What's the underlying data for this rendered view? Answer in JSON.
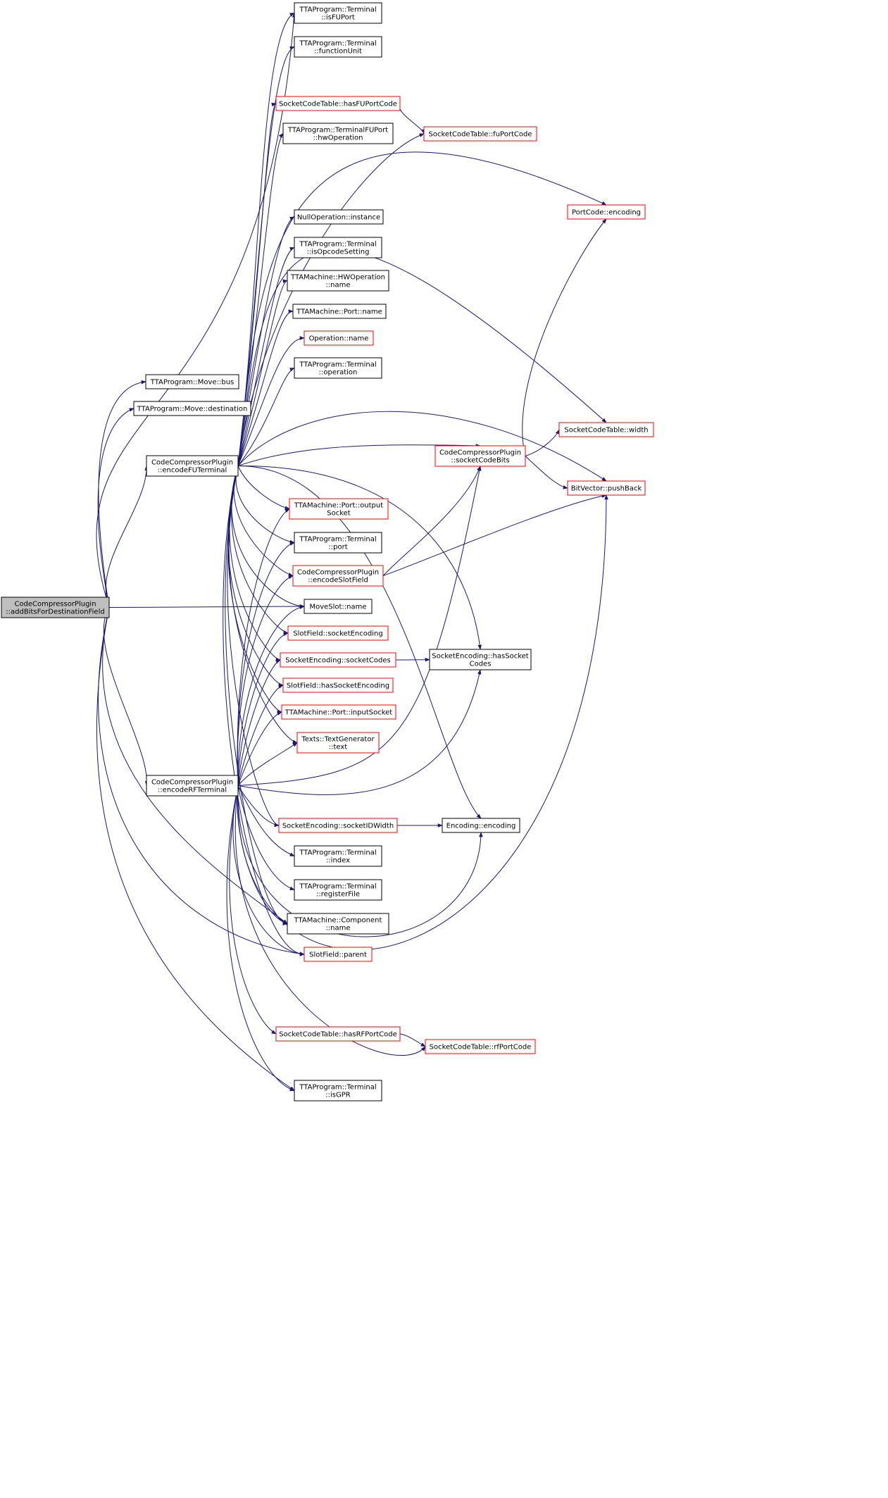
{
  "colors": {
    "edge": "#191970",
    "node_border_black": "#000000",
    "node_border_red": "#ff0000",
    "root_fill": "#bfbfbf"
  },
  "nodes": {
    "root": {
      "lines": [
        "CodeCompressorPlugin",
        "::addBitsForDestinationField"
      ],
      "style": "root"
    },
    "bus": {
      "lines": [
        "TTAProgram::Move::bus"
      ],
      "style": "black"
    },
    "destination": {
      "lines": [
        "TTAProgram::Move::destination"
      ],
      "style": "black"
    },
    "encFU": {
      "lines": [
        "CodeCompressorPlugin",
        "::encodeFUTerminal"
      ],
      "style": "black"
    },
    "encRF": {
      "lines": [
        "CodeCompressorPlugin",
        "::encodeRFTerminal"
      ],
      "style": "black"
    },
    "isFUPort": {
      "lines": [
        "TTAProgram::Terminal",
        "::isFUPort"
      ],
      "style": "black"
    },
    "functionUnit": {
      "lines": [
        "TTAProgram::Terminal",
        "::functionUnit"
      ],
      "style": "black"
    },
    "hasFUPortCode": {
      "lines": [
        "SocketCodeTable::hasFUPortCode"
      ],
      "style": "red"
    },
    "hwOperation": {
      "lines": [
        "TTAProgram::TerminalFUPort",
        "::hwOperation"
      ],
      "style": "black"
    },
    "fuPortCode": {
      "lines": [
        "SocketCodeTable::fuPortCode"
      ],
      "style": "red"
    },
    "portCodeEncoding": {
      "lines": [
        "PortCode::encoding"
      ],
      "style": "red"
    },
    "nullOpInstance": {
      "lines": [
        "NullOperation::instance"
      ],
      "style": "black"
    },
    "isOpcodeSetting": {
      "lines": [
        "TTAProgram::Terminal",
        "::isOpcodeSetting"
      ],
      "style": "black"
    },
    "hwOpName": {
      "lines": [
        "TTAMachine::HWOperation",
        "::name"
      ],
      "style": "black"
    },
    "portName": {
      "lines": [
        "TTAMachine::Port::name"
      ],
      "style": "black"
    },
    "operationName": {
      "lines": [
        "Operation::name"
      ],
      "style": "red"
    },
    "termOperation": {
      "lines": [
        "TTAProgram::Terminal",
        "::operation"
      ],
      "style": "black"
    },
    "sctWidth": {
      "lines": [
        "SocketCodeTable::width"
      ],
      "style": "red"
    },
    "socketCodeBits": {
      "lines": [
        "CodeCompressorPlugin",
        "::socketCodeBits"
      ],
      "style": "red"
    },
    "pushBack": {
      "lines": [
        "BitVector::pushBack"
      ],
      "style": "red"
    },
    "outputSocket": {
      "lines": [
        "TTAMachine::Port::output",
        "Socket"
      ],
      "style": "red"
    },
    "termPort": {
      "lines": [
        "TTAProgram::Terminal",
        "::port"
      ],
      "style": "black"
    },
    "encodeSlotField": {
      "lines": [
        "CodeCompressorPlugin",
        "::encodeSlotField"
      ],
      "style": "red"
    },
    "moveSlotName": {
      "lines": [
        "MoveSlot::name"
      ],
      "style": "black"
    },
    "socketEncoding": {
      "lines": [
        "SlotField::socketEncoding"
      ],
      "style": "red"
    },
    "socketCodes": {
      "lines": [
        "SocketEncoding::socketCodes"
      ],
      "style": "red"
    },
    "hasSocketCodes": {
      "lines": [
        "SocketEncoding::hasSocket",
        "Codes"
      ],
      "style": "black"
    },
    "hasSocketEncoding": {
      "lines": [
        "SlotField::hasSocketEncoding"
      ],
      "style": "red"
    },
    "inputSocket": {
      "lines": [
        "TTAMachine::Port::inputSocket"
      ],
      "style": "red"
    },
    "textGen": {
      "lines": [
        "Texts::TextGenerator",
        "::text"
      ],
      "style": "red"
    },
    "socketIDWidth": {
      "lines": [
        "SocketEncoding::socketIDWidth"
      ],
      "style": "red"
    },
    "encodingEncoding": {
      "lines": [
        "Encoding::encoding"
      ],
      "style": "black"
    },
    "termIndex": {
      "lines": [
        "TTAProgram::Terminal",
        "::index"
      ],
      "style": "black"
    },
    "termRegisterFile": {
      "lines": [
        "TTAProgram::Terminal",
        "::registerFile"
      ],
      "style": "black"
    },
    "componentName": {
      "lines": [
        "TTAMachine::Component",
        "::name"
      ],
      "style": "black"
    },
    "slotFieldParent": {
      "lines": [
        "SlotField::parent"
      ],
      "style": "red"
    },
    "hasRFPortCode": {
      "lines": [
        "SocketCodeTable::hasRFPortCode"
      ],
      "style": "red"
    },
    "rfPortCode": {
      "lines": [
        "SocketCodeTable::rfPortCode"
      ],
      "style": "red"
    },
    "isGPR": {
      "lines": [
        "TTAProgram::Terminal",
        "::isGPR"
      ],
      "style": "black"
    }
  }
}
